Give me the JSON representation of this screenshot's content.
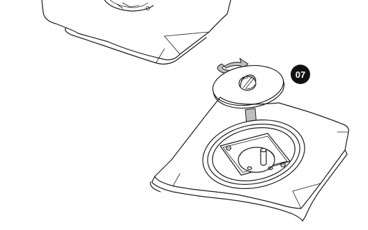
{
  "step": {
    "number": "07"
  },
  "icons": {
    "rotate_arrow": "curved-rotate-arrow",
    "down_arrow": "push-down-arrow"
  },
  "colors": {
    "line": "#1a1a1a",
    "arrow_fill": "#bfbfbf",
    "badge": "#111111",
    "background": "#ffffff"
  }
}
